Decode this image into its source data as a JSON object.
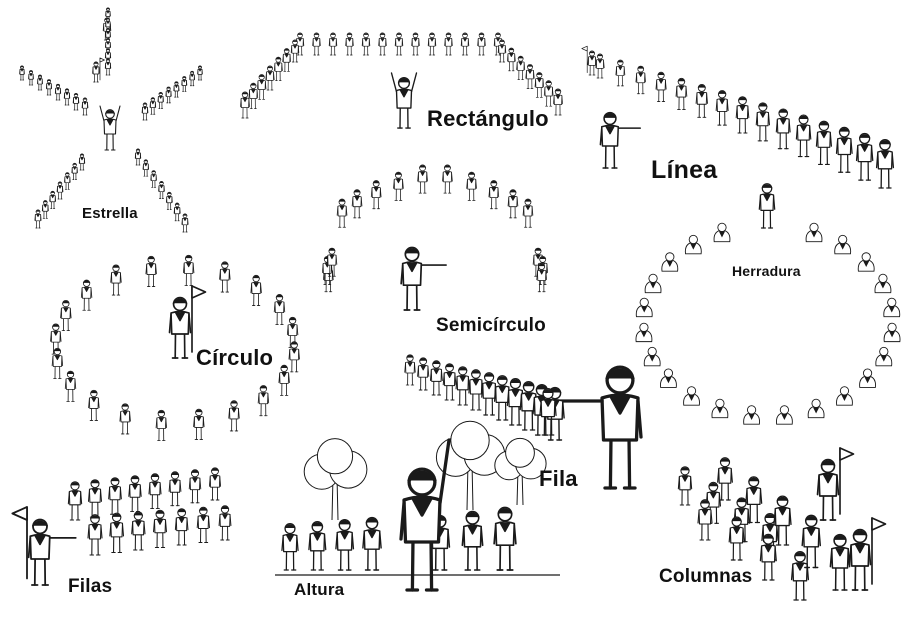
{
  "formations": [
    {
      "id": "estrella",
      "label": "Estrella"
    },
    {
      "id": "rectangulo",
      "label": "Rectángulo"
    },
    {
      "id": "linea",
      "label": "Línea"
    },
    {
      "id": "semicirculo",
      "label": "Semicírculo"
    },
    {
      "id": "herradura",
      "label": "Herradura"
    },
    {
      "id": "circulo",
      "label": "Círculo"
    },
    {
      "id": "fila",
      "label": "Fila"
    },
    {
      "id": "filas",
      "label": "Filas"
    },
    {
      "id": "altura",
      "label": "Altura"
    },
    {
      "id": "columnas",
      "label": "Columnas"
    }
  ],
  "style": {
    "ink": "#1a1a1a",
    "paper": "#ffffff"
  }
}
